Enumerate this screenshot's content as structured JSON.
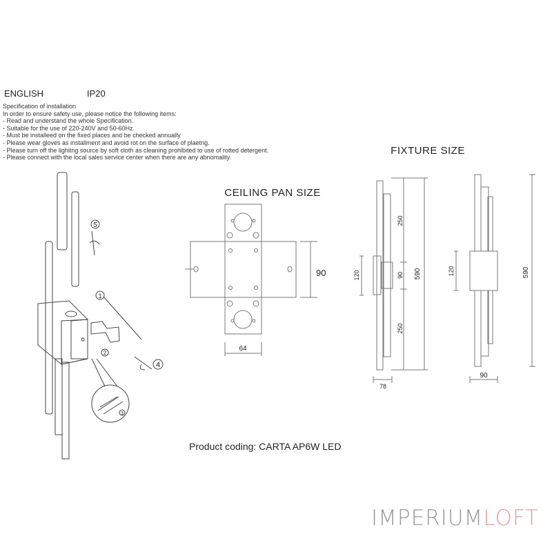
{
  "header": {
    "language": "ENGLISH",
    "ip_rating": "IP20"
  },
  "specification": {
    "title": "Specification of installation",
    "intro": "In order to ensure safety use, please notice the following items:",
    "items": [
      "- Read and understand the whole Specification.",
      "- Suitable for the use of 220-240V and 50-60Hz.",
      "- Must be installeed on the fixed places and be checked annually",
      "- Please wear gloves as installment and avoid rot on the surface of plaetng.",
      "- Please turn off the lighitng source by soft cloth as cleaning prohibited to use of rotted detergent.",
      "- Please connect with the local sales service center when there are any abnomality."
    ]
  },
  "installation": {
    "steps": [
      "1",
      "2",
      "3",
      "4",
      "5"
    ]
  },
  "ceiling_pan": {
    "title": "CEILING PAN SIZE",
    "height": "90",
    "width": "64"
  },
  "fixture": {
    "title": "FIXTURE SIZE",
    "side": {
      "upper": "250",
      "middle": "90",
      "lower": "250",
      "total": "590",
      "box": "120",
      "depth": "78"
    },
    "front": {
      "box": "120",
      "total": "590",
      "width": "90"
    }
  },
  "product_coding": "Product coding: CARTA AP6W LED",
  "logo": {
    "part1": "IMPERIUM",
    "part2": "LOFT",
    "color1": "#9a9a9a",
    "color2": "#e0a0a0"
  }
}
